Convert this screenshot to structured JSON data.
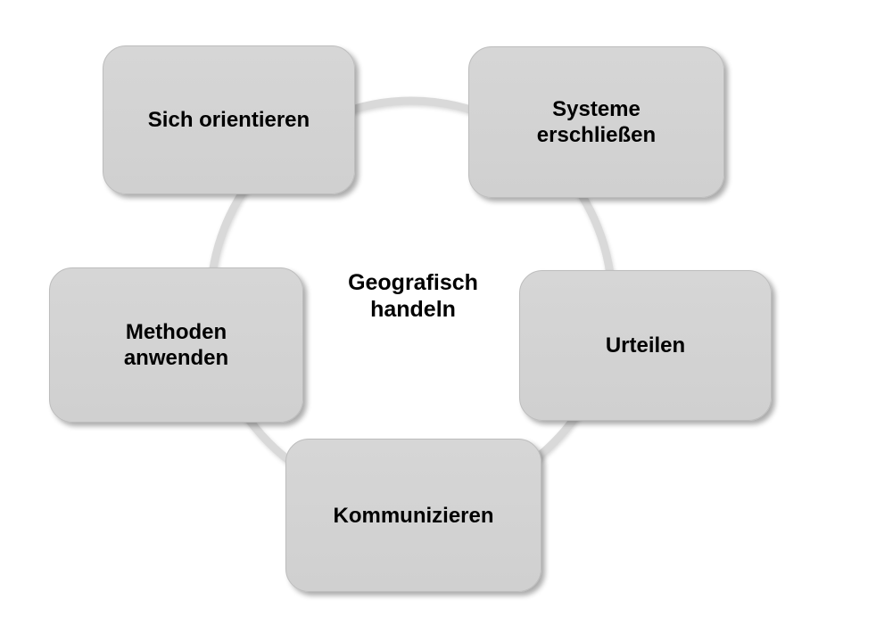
{
  "diagram": {
    "title_hint": "Cycle diagram of geography competencies",
    "center_label": "Geografisch\nhandeln",
    "nodes": [
      {
        "id": "sich-orientieren",
        "label": "Sich orientieren"
      },
      {
        "id": "systeme-erschliessen",
        "label": "Systeme\nerschließen"
      },
      {
        "id": "methoden-anwenden",
        "label": "Methoden\nanwenden"
      },
      {
        "id": "urteilen",
        "label": "Urteilen"
      },
      {
        "id": "kommunizieren",
        "label": "Kommunizieren"
      }
    ],
    "colors": {
      "node_fill": "#d2d2d2",
      "node_border": "#bdbdbd",
      "ring": "#d9d9d9",
      "text": "#000000",
      "background": "#ffffff"
    }
  }
}
